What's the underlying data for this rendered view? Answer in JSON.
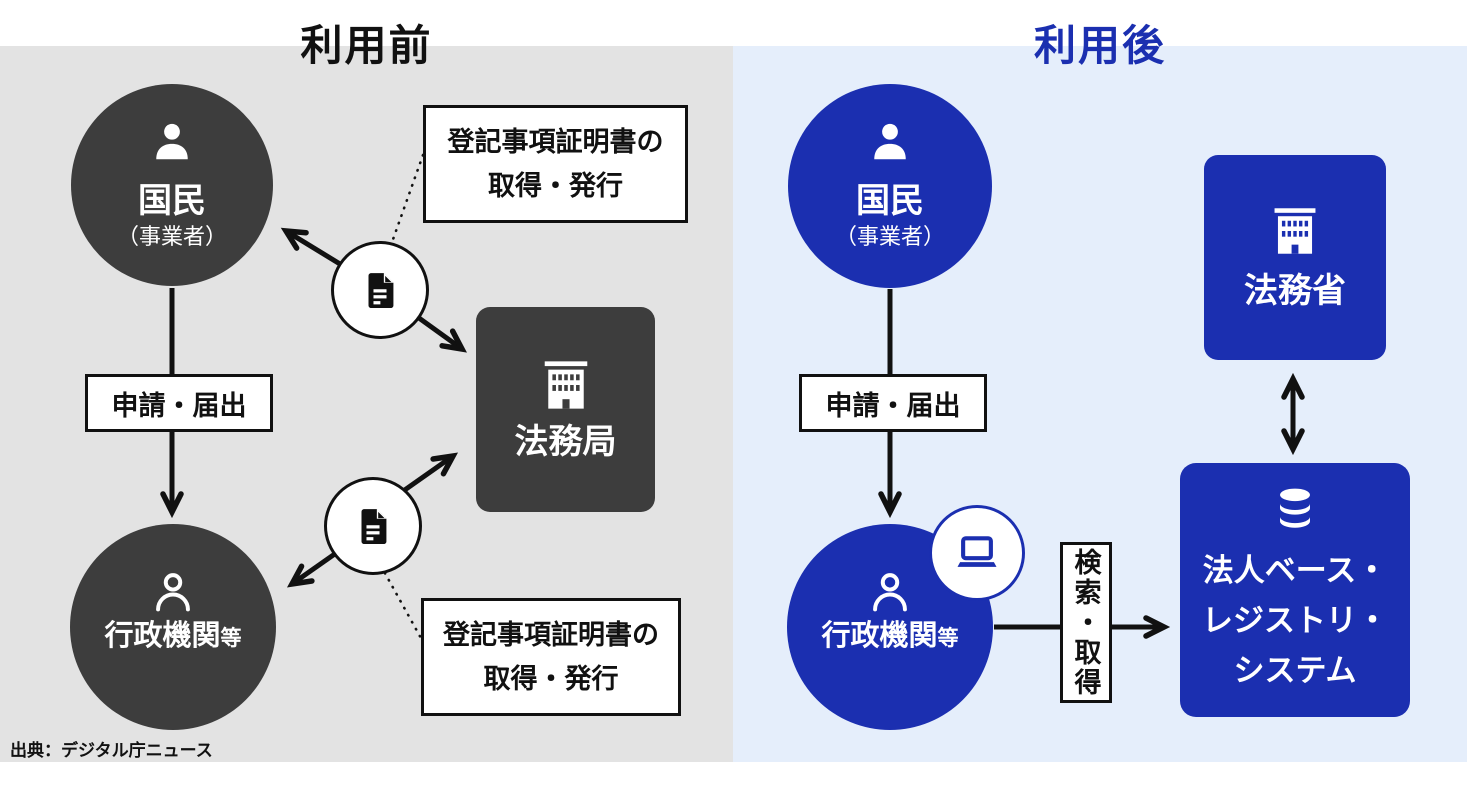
{
  "source_note": "出典：デジタル庁ニュース",
  "colors": {
    "panel_before_bg": "#e3e3e3",
    "panel_after_bg": "#e5eefb",
    "dark_gray": "#3d3d3d",
    "primary_blue": "#1b2fb0",
    "line_black": "#111111",
    "white": "#ffffff"
  },
  "icons": {
    "citizen": "person-filled-icon",
    "agency": "person-outline-icon",
    "bureau": "building-icon",
    "ministry": "building-icon",
    "document": "document-icon",
    "laptop": "laptop-icon",
    "database": "database-icon"
  },
  "before": {
    "title": "利用前",
    "citizen": {
      "label": "国民",
      "sublabel": "（事業者）"
    },
    "application_label": "申請・届出",
    "agency": {
      "label": "行政機関",
      "suffix": "等"
    },
    "bureau": {
      "label": "法務局"
    },
    "note_top": {
      "line1": "登記事項証明書の",
      "line2": "取得・発行"
    },
    "note_bottom": {
      "line1": "登記事項証明書の",
      "line2": "取得・発行"
    }
  },
  "after": {
    "title": "利用後",
    "citizen": {
      "label": "国民",
      "sublabel": "（事業者）"
    },
    "application_label": "申請・届出",
    "agency": {
      "label": "行政機関",
      "suffix": "等"
    },
    "ministry": {
      "label": "法務省"
    },
    "search_label": "検索・取得",
    "registry": {
      "line1": "法人ベース・",
      "line2": "レジストリ・",
      "line3": "システム"
    }
  }
}
